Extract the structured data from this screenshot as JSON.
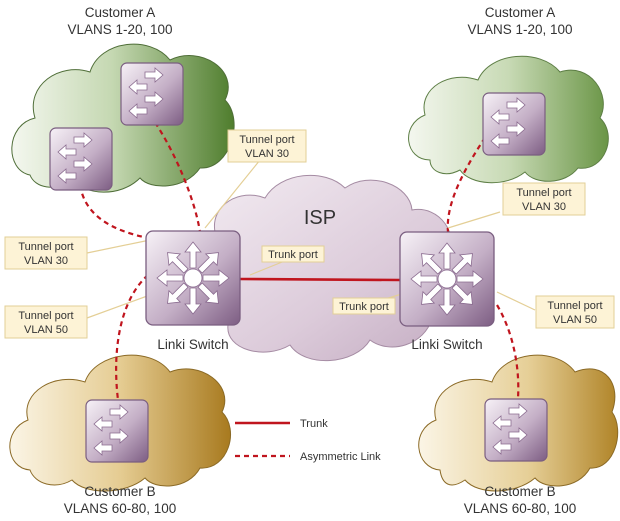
{
  "customers": {
    "top_left": {
      "name": "Customer A",
      "vlans": "VLANS 1-20, 100"
    },
    "top_right": {
      "name": "Customer A",
      "vlans": "VLANS 1-20, 100"
    },
    "bottom_left": {
      "name": "Customer B",
      "vlans": "VLANS 60-80, 100"
    },
    "bottom_right": {
      "name": "Customer B",
      "vlans": "VLANS 60-80, 100"
    }
  },
  "isp_label": "ISP",
  "switches": {
    "left": {
      "label": "Linki Switch"
    },
    "right": {
      "label": "Linki Switch"
    }
  },
  "callouts": {
    "tl_tunnel": {
      "line1": "Tunnel port",
      "line2": "VLAN 30"
    },
    "left_tunnel30": {
      "line1": "Tunnel port",
      "line2": "VLAN 30"
    },
    "left_tunnel50": {
      "line1": "Tunnel port",
      "line2": "VLAN 50"
    },
    "left_trunk": {
      "line1": "Trunk port"
    },
    "right_trunk": {
      "line1": "Trunk port"
    },
    "tr_tunnel30": {
      "line1": "Tunnel port",
      "line2": "VLAN 30"
    },
    "right_tunnel50": {
      "line1": "Tunnel port",
      "line2": "VLAN 50"
    }
  },
  "legend": {
    "trunk_label": "Trunk",
    "asym_label": "Asymmetric Link"
  },
  "colors": {
    "link_red": "#c0151e",
    "green_cloud": "#5e8a3a",
    "gold_cloud": "#b8892a",
    "isp_cloud": "#c9b3c8",
    "switch_purple": "#8a6b8f",
    "callout_fill": "#fdf3d6",
    "callout_border": "#e2cf97"
  }
}
